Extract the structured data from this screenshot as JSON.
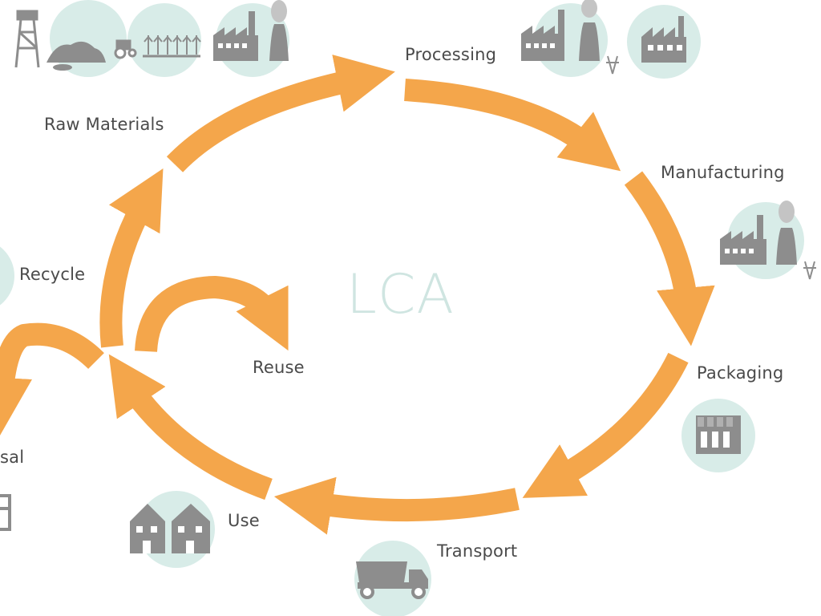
{
  "diagram": {
    "center_label": "LCA",
    "stages": {
      "raw_materials": "Raw Materials",
      "processing": "Processing",
      "manufacturing": "Manufacturing",
      "packaging": "Packaging",
      "transport": "Transport",
      "use": "Use",
      "reuse": "Reuse",
      "recycle": "Recycle",
      "disposal": "sal"
    }
  },
  "colors": {
    "arrow": "#f4a64b",
    "icon_circle": "#d8ece8",
    "icon": "#8d8d8d",
    "label": "#4a4a4a",
    "center_label": "#cfe5e1"
  },
  "icons": {
    "raw_materials": [
      "watchtower-icon",
      "ore-pile-icon",
      "tractor-field-icon",
      "factory-icon"
    ],
    "processing": [
      "power-plant-icon",
      "factory-icon"
    ],
    "manufacturing": [
      "factory-power-plant-icon"
    ],
    "packaging": [
      "package-boxes-icon"
    ],
    "transport": [
      "dump-truck-icon"
    ],
    "use": [
      "houses-icon"
    ],
    "recycle": [
      "recycle-circle-icon"
    ],
    "disposal": [
      "trash-bin-icon"
    ]
  }
}
